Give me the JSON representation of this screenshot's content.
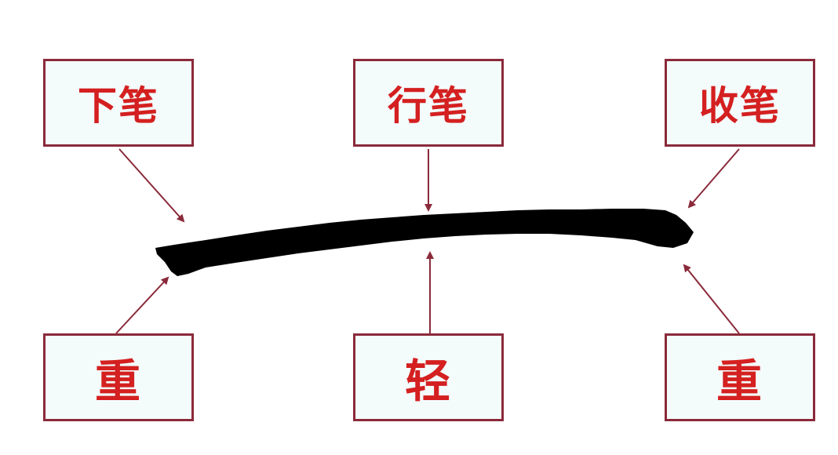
{
  "top_labels": {
    "start": "下笔",
    "middle": "行笔",
    "end": "收笔"
  },
  "bottom_labels": {
    "start": "重",
    "middle": "轻",
    "end": "重"
  },
  "colors": {
    "label_text": "#d42020",
    "box_border": "#8a2a3a",
    "box_fill": "#f4fbfb",
    "arrow": "#8a2a3a",
    "stroke_ink": "#000000"
  }
}
